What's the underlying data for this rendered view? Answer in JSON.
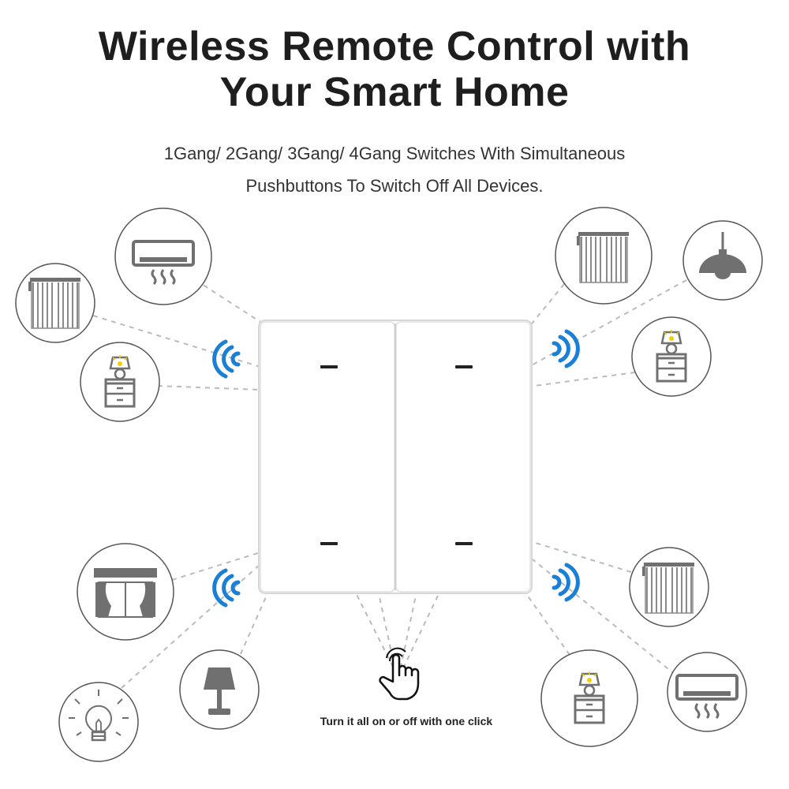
{
  "headline": {
    "line1": "Wireless Remote Control with",
    "line2": "Your Smart Home"
  },
  "subheadline": {
    "line1": "1Gang/ 2Gang/ 3Gang/ 4Gang Switches With Simultaneous",
    "line2": "Pushbuttons To Switch Off All Devices."
  },
  "caption": "Turn it all on or off with one click",
  "switch": {
    "gangs": 2,
    "buttons": 4
  },
  "devices": [
    "air-conditioner",
    "curtain",
    "bedside-lamp",
    "window-curtain",
    "light-bulb",
    "table-lamp",
    "curtain",
    "pendant-lamp",
    "bedside-lamp",
    "curtain",
    "bedside-lamp",
    "air-conditioner"
  ],
  "colors": {
    "signal": "#1a7fd6",
    "icon_gray": "#707070",
    "circle_stroke": "#555555",
    "dashed_line": "#bbbbbb",
    "lamp_glow": "#f0d000"
  }
}
